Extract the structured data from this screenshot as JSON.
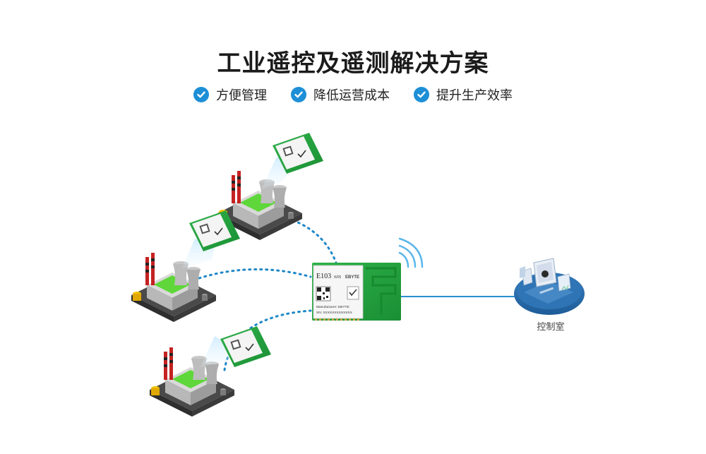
{
  "title": "工业遥控及遥测解决方案",
  "features": [
    {
      "label": "方便管理",
      "icon": "check-circle-icon"
    },
    {
      "label": "降低运营成本",
      "icon": "check-circle-icon"
    },
    {
      "label": "提升生产效率",
      "icon": "check-circle-icon"
    }
  ],
  "module": {
    "model": "E103",
    "variant": "W05",
    "brand": "EBYTE",
    "manufacturer_line": "Manufacturer: EBYTE",
    "sn_line": "SN: XXXXXXXXXXXXX"
  },
  "control_room": {
    "label": "控制室"
  },
  "colors": {
    "accent": "#1d8fd6",
    "pcb_green": "#1f9f3a",
    "link_line": "#2a8fd0",
    "dotted_line": "#1e87c8"
  }
}
